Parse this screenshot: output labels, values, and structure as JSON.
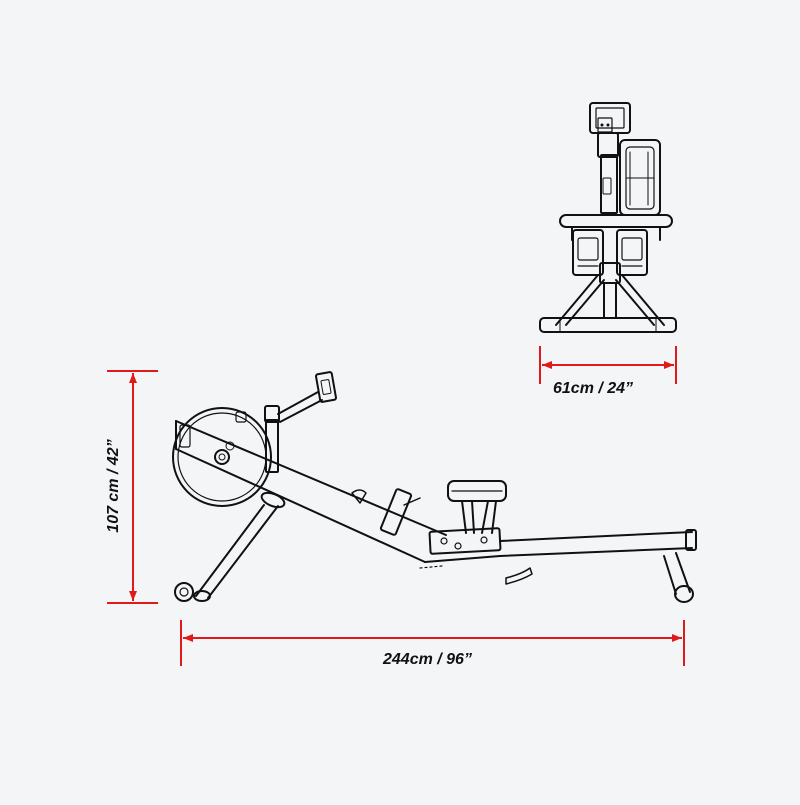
{
  "dimensions": {
    "width": "61cm / 24”",
    "length": "244cm / 96”",
    "height": "107 cm / 42”"
  },
  "colors": {
    "background": "#f4f5f7",
    "dimension_line": "#e01a1a",
    "outline": "#111111"
  },
  "views": [
    "front-view",
    "side-view"
  ]
}
